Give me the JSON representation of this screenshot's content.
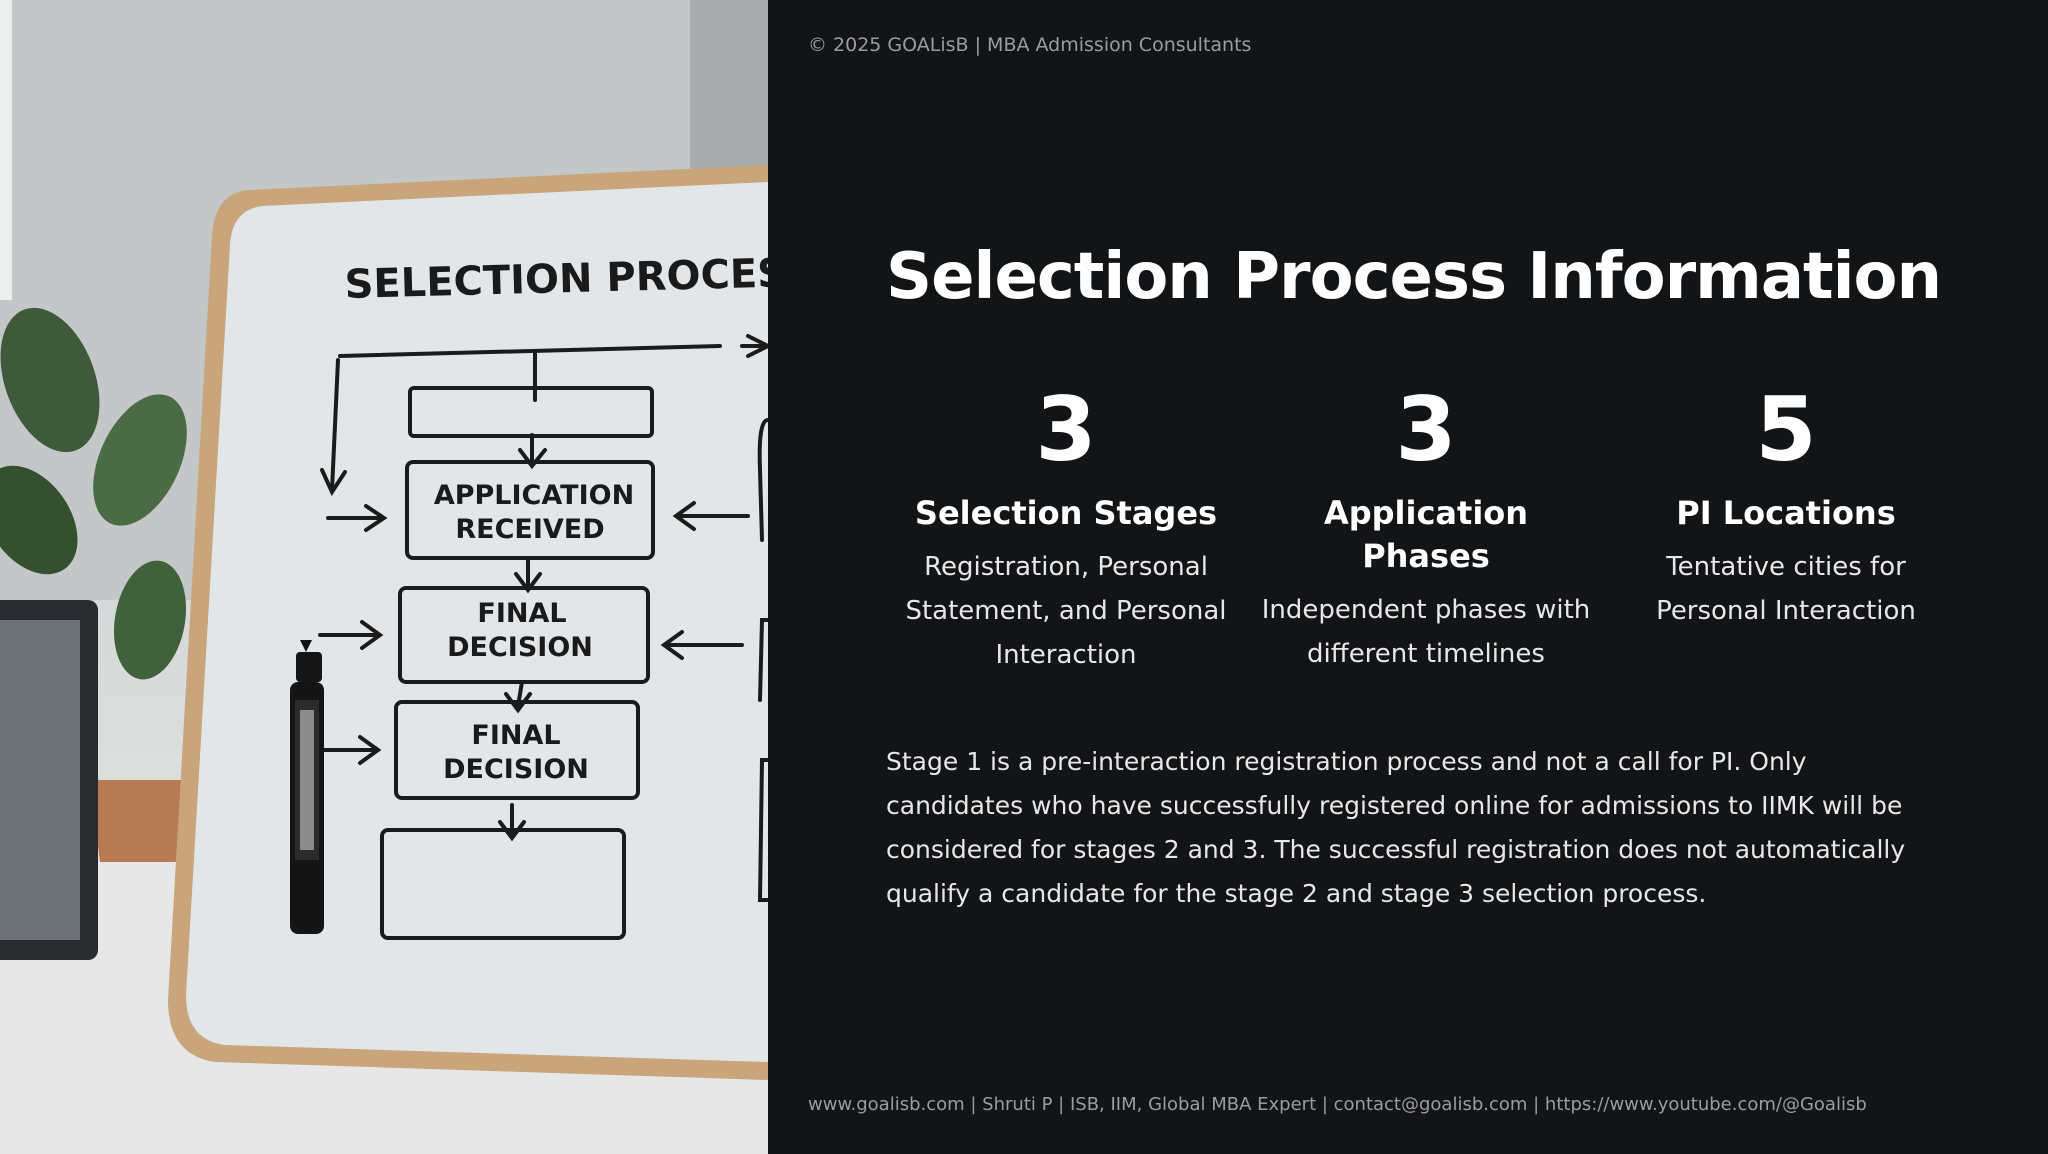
{
  "copyright": "© 2025 GOALisB | MBA Admission Consultants",
  "title": "Selection Process Information",
  "stats": [
    {
      "value": "3",
      "label": "Selection Stages",
      "description": "Registration, Personal Statement, and Personal Interaction"
    },
    {
      "value": "3",
      "label": "Application Phases",
      "description": "Independent phases with different timelines"
    },
    {
      "value": "5",
      "label": "PI Locations",
      "description": "Tentative cities for Personal Interaction"
    }
  ],
  "body": "Stage 1 is a pre-interaction registration process and not a call for PI. Only candidates who have successfully registered online for admissions to IIMK will be considered for stages 2 and 3. The successful registration does not automatically qualify a candidate for the stage 2 and stage 3 selection process.",
  "footer": "www.goalisb.com | Shruti P | ISB, IIM, Global MBA Expert | contact@goalisb.com | https://www.youtube.com/@Goalisb",
  "whiteboard": {
    "heading": "SELECTION PROCESS",
    "box_application": [
      "APPLICATION",
      "RECEIVED"
    ],
    "box_final_1": [
      "FINAL",
      "DECISION"
    ],
    "box_final_2": [
      "FINAL",
      "DECISION"
    ]
  }
}
